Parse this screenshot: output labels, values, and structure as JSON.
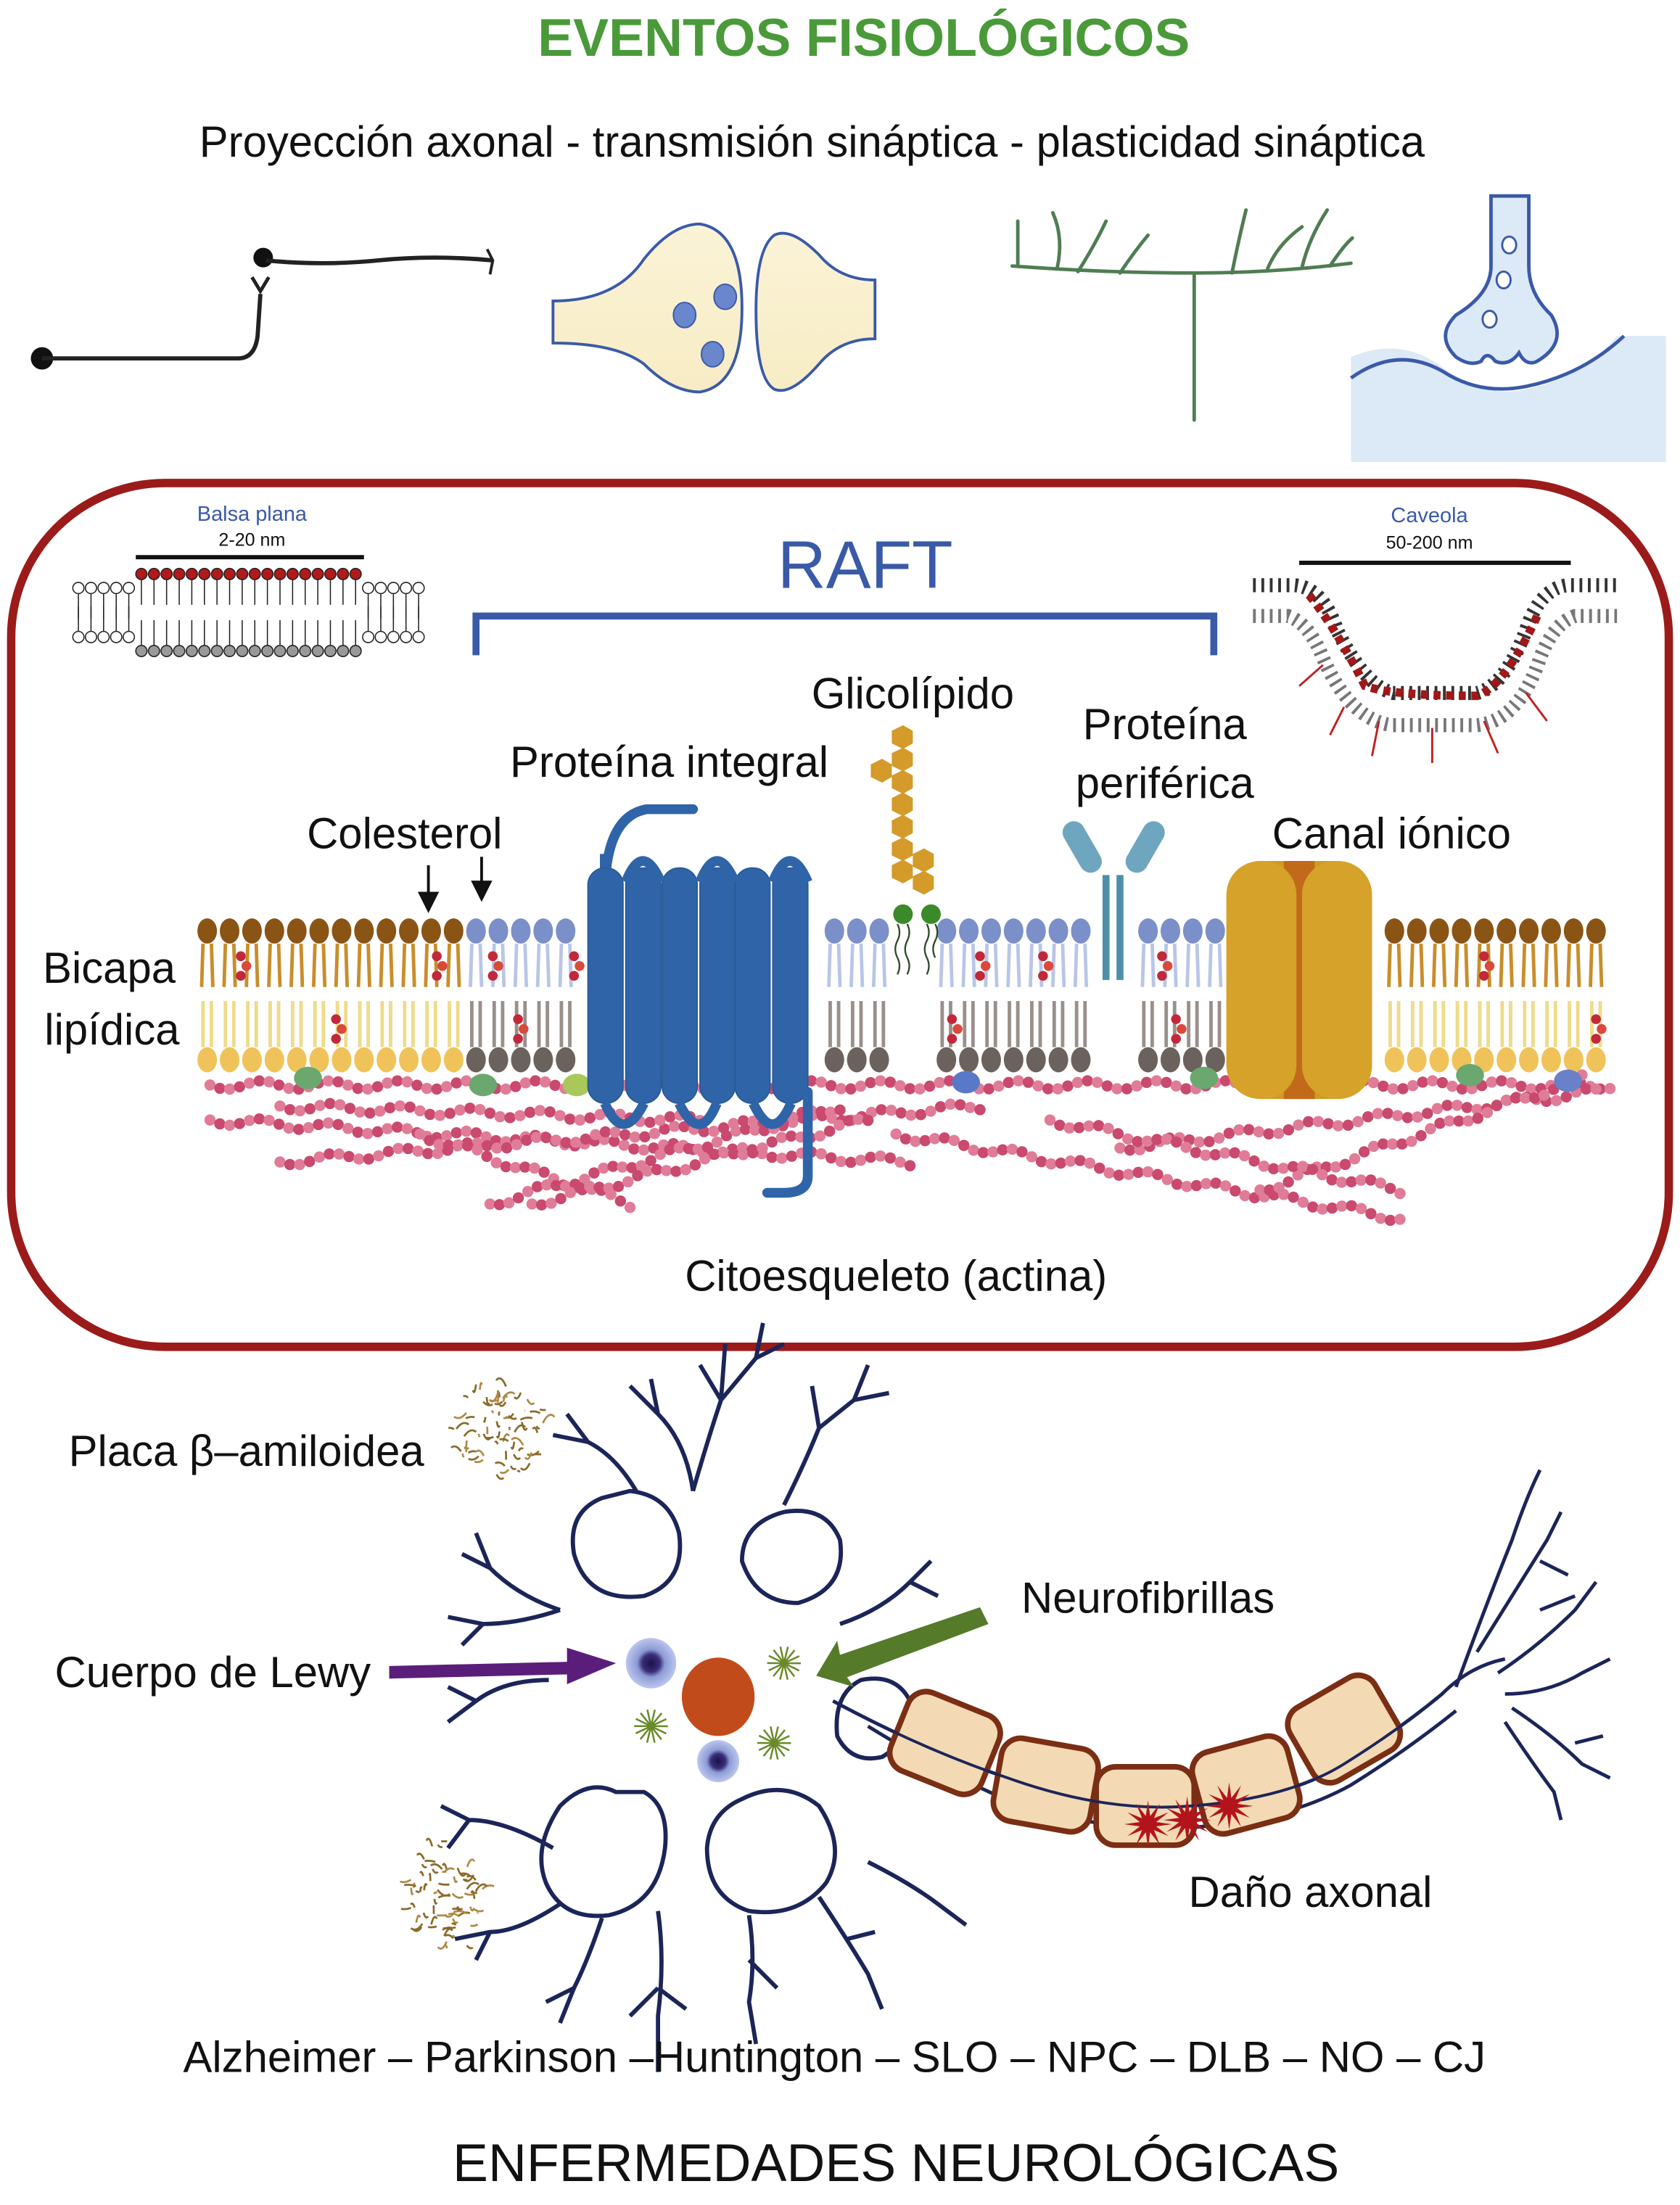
{
  "header": {
    "title": "EVENTOS FISIOLÓGICOS",
    "subtitle": "Proyección axonal - transmisión sináptica - plasticidad sináptica"
  },
  "raft_panel": {
    "title": "RAFT",
    "flat_raft": {
      "label": "Balsa plana",
      "size": "2-20 nm"
    },
    "caveola": {
      "label": "Caveola",
      "size": "50-200 nm"
    },
    "labels": {
      "glycolipid": "Glicolípido",
      "integral_protein": "Proteína integral",
      "peripheral_protein_line1": "Proteína",
      "peripheral_protein_line2": "periférica",
      "cholesterol": "Colesterol",
      "ion_channel": "Canal iónico",
      "bilayer_line1": "Bicapa",
      "bilayer_line2": "lipídica",
      "cytoskeleton": "Citoesqueleto (actina)"
    }
  },
  "neuron_panel": {
    "labels": {
      "amyloid_plaque": "Placa β–amiloidea",
      "lewy_body": "Cuerpo de Lewy",
      "neurofibrils": "Neurofibrillas",
      "axonal_damage": "Daño axonal"
    }
  },
  "footer": {
    "diseases": "Alzheimer – Parkinson –Huntington – SLO – NPC – DLB – NO – CJ",
    "title": "ENFERMEDADES NEUROLÓGICAS"
  },
  "colors": {
    "title_green": "#4a9a3a",
    "raft_blue": "#3a5aa8",
    "frame_red": "#9b1b1b",
    "protein_blue": "#2f65a8",
    "glycolipid_gold": "#d49a2a",
    "ion_channel_gold": "#d19b22",
    "actin_pink": "#c9496f",
    "neuron_navy": "#1c2559",
    "lewy_purple": "#5a1e7a",
    "neurofibril_green": "#557a2a",
    "myelin_fill": "#f3d9b4",
    "myelin_stroke": "#7a2e14",
    "damage_red": "#b3141b"
  }
}
